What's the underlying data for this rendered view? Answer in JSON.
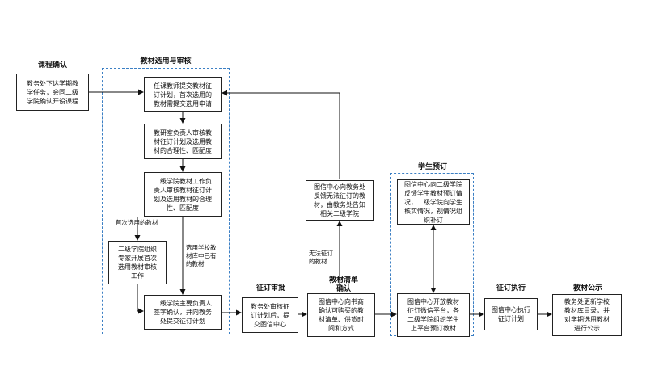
{
  "sections": {
    "course_confirm": "课程确认",
    "textbook_review": "教材选用与审核",
    "student_preorder": "学生预订",
    "order_approval": "征订审批",
    "textbook_list_confirm": "教材清单\n确认",
    "order_execute": "征订执行",
    "textbook_publicity": "教材公示"
  },
  "boxes": {
    "b1": "教务处下达学期教\n学任务，会同二级\n学院确认开设课程",
    "b2": "任课教师提交教材征\n订计划，首次选用的\n教材需提交选用申请",
    "b3": "教研室负责人审核教\n材征订计划及选用教\n材的合理性、匹配度",
    "b4": "二级学院教材工作负\n责人审核教材征订计\n划及选用教材的合理\n性、匹配度",
    "b5": "二级学院组织\n专家开展首次\n选用教材审核\n工作",
    "b6": "二级学院主要负责人\n签字确认，并向教务\n处提交征订计划",
    "b7": "教务处审核征\n订计划后，提\n交图信中心",
    "b8": "图信中心向书商\n确认可购买的教\n材清单、供货时\n间和方式",
    "b9": "图信中心向教务处\n反馈无法征订的教\n材，由教务处告知\n相关二级学院",
    "b10": "图信中心开放教材\n征订微信平台，各\n二级学院组织学生\n上平台预订教材",
    "b11": "图信中心向二级学院\n反馈学生教材预订情\n况，二级学院向学生\n核实情况，视情况组\n织补订",
    "b12": "图信中心执行\n征订计划",
    "b13": "教务处更新学校\n教材库目录，并\n对学期选用教材\n进行公示"
  },
  "notes": {
    "first_use": "首次选用的教材",
    "existing": "选用学校教\n材库中已有\n的教材",
    "unavailable": "无法征订\n的教材"
  }
}
